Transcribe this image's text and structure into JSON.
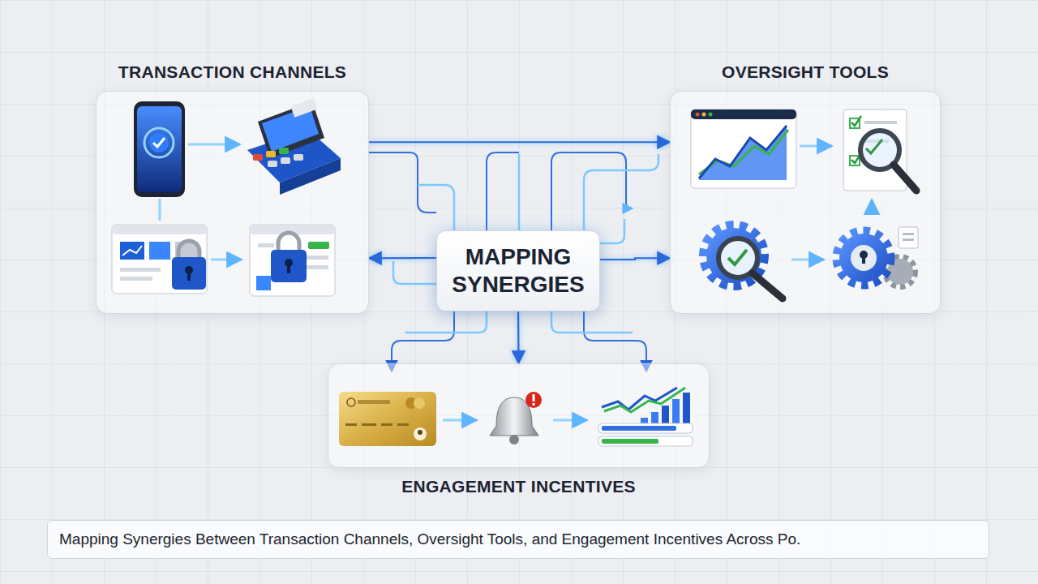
{
  "diagram": {
    "caption": "Mapping Synergies Between Transaction Channels, Oversight Tools, and Engagement Incentives Across Po.",
    "nodes": [
      {
        "text": [
          "TRANSACTION CHANNELS"
        ]
      },
      {
        "text": [
          "OVERSIGHT TOOLS"
        ]
      },
      {
        "text": [
          "MAPPING SYNERGIES"
        ]
      },
      {
        "text": [
          "ENGAGEMENT INCENTIVES"
        ]
      }
    ],
    "edges": [
      {
        "from": 2,
        "to": 0,
        "arrow": "to"
      },
      {
        "from": 2,
        "to": 1,
        "arrow": "to"
      },
      {
        "from": 2,
        "to": 3,
        "arrow": "to"
      },
      {
        "from": 0,
        "to": 1,
        "arrow": "to"
      }
    ]
  }
}
